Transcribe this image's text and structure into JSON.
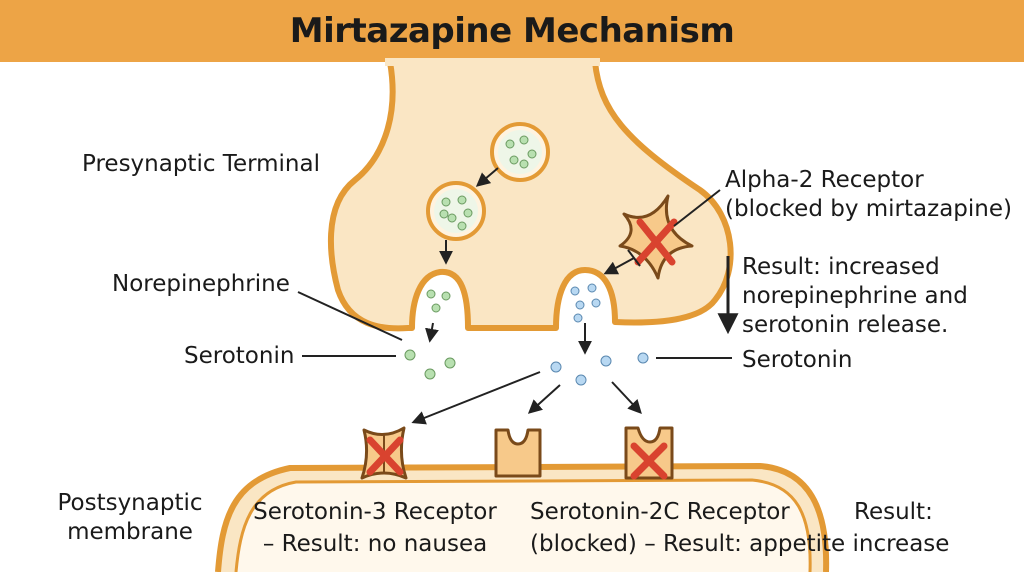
{
  "title": "Mirtazapine Mechanism",
  "labels": {
    "presynaptic_terminal": "Presynaptic Terminal",
    "norepinephrine": "Norepinephrine",
    "serotonin_left": "Serotonin",
    "serotonin_right": "Serotonin",
    "alpha2_line1": "Alpha-2 Receptor",
    "alpha2_line2": "(blocked by mirtazapine)",
    "result_release_line1": "Result: increased",
    "result_release_line2": "norepinephrine and",
    "result_release_line3": "serotonin release.",
    "postsynaptic_line1": "Postsynaptic",
    "postsynaptic_line2": "membrane",
    "ht3_line1": "Serotonin-3 Receptor",
    "ht3_line2": "– Result: no nausea",
    "ht2c_line1": "Serotonin-2C Receptor",
    "ht2c_line2": "(blocked) – Result: appetite increase",
    "result_right": "Result:"
  },
  "colors": {
    "title_bar": "#eda446",
    "terminal_fill": "#fae6c4",
    "terminal_stroke": "#e39a35",
    "vesicle_fill": "#eef6e8",
    "norepinephrine_dot": "#b8e0b0",
    "serotonin_dot": "#b8d8f2",
    "receptor_fill": "#f7c98a",
    "block_x": "#d9432f"
  },
  "icons": {
    "blocked": "red-x-icon",
    "inhibition": "t-bar-inhibition-icon"
  }
}
